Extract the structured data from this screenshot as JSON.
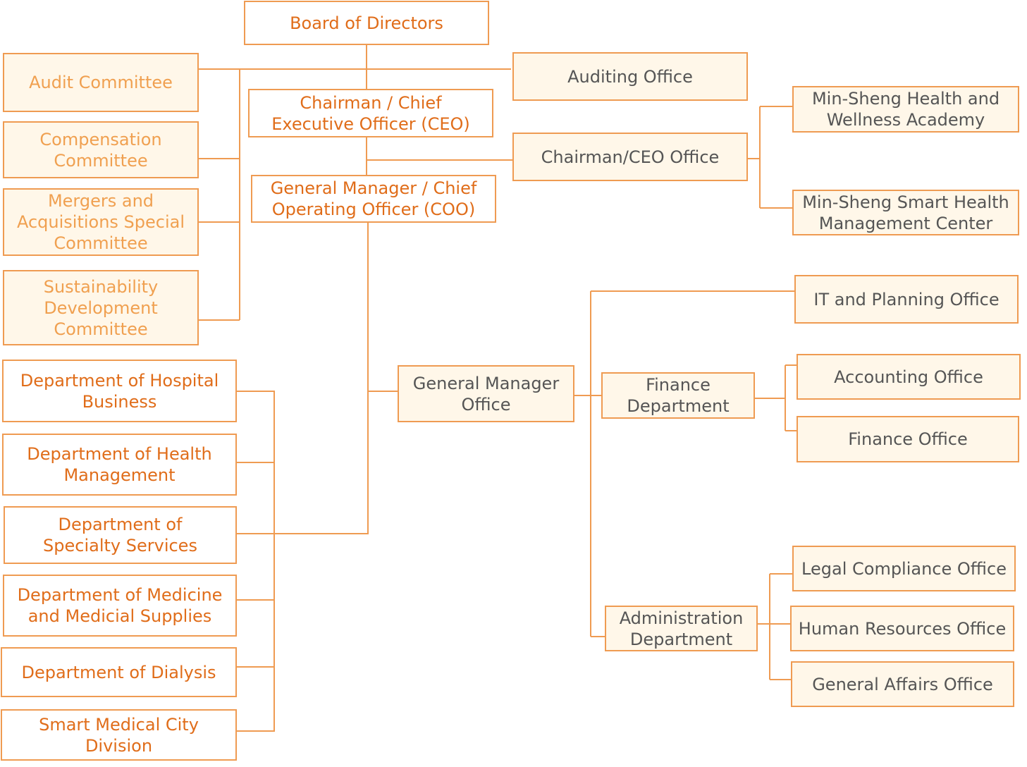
{
  "nodes": {
    "board": "Board of Directors",
    "audit_committee": "Audit Committee",
    "compensation_committee": "Compensation\nCommittee",
    "ma_committee": "Mergers and\nAcquisitions Special\nCommittee",
    "sustainability_committee": "Sustainability\nDevelopment\nCommittee",
    "chairman_ceo": "Chairman / Chief\nExecutive Officer (CEO)",
    "gm_coo": "General Manager / Chief\nOperating Officer (COO)",
    "auditing_office": "Auditing Office",
    "chairman_ceo_office": "Chairman/CEO Office",
    "health_academy": "Min-Sheng Health and\nWellness Academy",
    "smart_health_center": "Min-Sheng Smart Health\nManagement Center",
    "hospital_business": "Department of Hospital\nBusiness",
    "health_management": "Department of Health\nManagement",
    "specialty_services": "Department of\nSpecialty Services",
    "medicine_supplies": "Department of Medicine\nand Medicial Supplies",
    "dialysis": "Department of Dialysis",
    "smart_medical_city": "Smart Medical City\nDivision",
    "gm_office": "General Manager\nOffice",
    "finance_department": "Finance\nDepartment",
    "administration_department": "Administration\nDepartment",
    "it_planning_office": "IT and Planning Office",
    "accounting_office": "Accounting Office",
    "finance_office": "Finance Office",
    "legal_compliance_office": "Legal Compliance Office",
    "hr_office": "Human Resources Office",
    "general_affairs_office": "General Affairs Office"
  },
  "colors": {
    "border": "#ef9b52",
    "line": "#ef9b52",
    "primary_text": "#e06d1a",
    "light_text": "#f0a050",
    "gray_text": "#555555",
    "cream_fill": "#fff7e9"
  }
}
